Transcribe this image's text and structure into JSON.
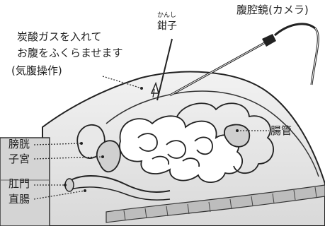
{
  "labels": {
    "laparoscope": "腹腔鏡(カメラ)",
    "forceps_ruby": "かんし",
    "forceps": "鉗子",
    "gas_line1": "炭酸ガスを入れて",
    "gas_line2": "お腹をふくらませます",
    "gas_line3": "(気腹操作)",
    "intestine": "腸管",
    "bladder": "膀胱",
    "uterus": "子宮",
    "anus": "肛門",
    "rectum": "直腸"
  }
}
